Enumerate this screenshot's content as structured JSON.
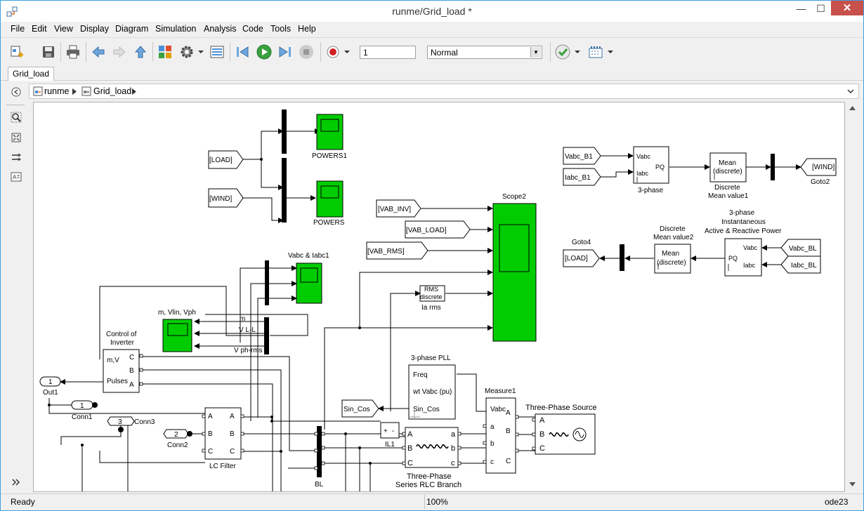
{
  "window": {
    "title": "runme/Grid_load *"
  },
  "menu": [
    "File",
    "Edit",
    "View",
    "Display",
    "Diagram",
    "Simulation",
    "Analysis",
    "Code",
    "Tools",
    "Help"
  ],
  "toolbar": {
    "stop_time": "1",
    "sim_mode": "Normal"
  },
  "tab": "Grid_load",
  "breadcrumb": [
    "runme",
    "Grid_load"
  ],
  "status": {
    "left": "Ready",
    "zoom": "100%",
    "solver": "ode23"
  },
  "diagram": {
    "from_load": "[LOAD]",
    "from_wind": "[WIND]",
    "scope_powers1": "POWERS1",
    "scope_powers": "POWERS",
    "from_vab_inv": "[VAB_INV]",
    "from_vab_load": "[VAB_LOAD]",
    "from_vab_rms": "[VAB_RMS]",
    "scope2": "Scope2",
    "scope_vabc_iabc1": "Vabc & Iabc1",
    "scope_m_vlin_vph": "m, Vlin, Vph",
    "mux_m": "m",
    "mux_vll": "V L-L",
    "mux_vphrms": "V ph-rms",
    "control_title1": "Control of",
    "control_title2": "Inverter",
    "control_port_mv": "m,V",
    "control_port_pulses": "Pulses",
    "port_c": "C",
    "port_b": "B",
    "port_a": "A",
    "rms_line1": "RMS",
    "rms_line2": "discrete",
    "rms_label": "Ia rms",
    "pll_title": "3-phase PLL",
    "pll_freq": "Freq",
    "pll_wt": "wt Vabc (pu)",
    "pll_sincos": "Sin_Cos",
    "goto_sincos": "Sin_Cos",
    "out1_num": "1",
    "out1_label": "Out1",
    "conn1_num": "1",
    "conn1_label": "Conn1",
    "conn3_num": "3",
    "conn3_label": "Conn3",
    "conn2_num": "2",
    "conn2_label": "Conn2",
    "lc_label": "LC Filter",
    "bl_label": "BL",
    "il1_label": "IL1",
    "sum_plus": "+",
    "sum_minus": "-",
    "rlc_label1": "Three-Phase",
    "rlc_label2": "Series RLC Branch",
    "measure_label": "Measure1",
    "measure_vabc": "Vabc",
    "port_la": "a",
    "port_lb": "b",
    "port_lc": "c",
    "source_label": "Three-Phase Source",
    "from_vabc_b1": "Vabc_B1",
    "from_iabc_b1": "Iabc_B1",
    "pq_vabc": "Vabc",
    "pq_iabc": "Iabc",
    "pq_pq": "PQ",
    "pq_label": "3-phase",
    "mean_line1": "Mean",
    "mean_line2": "(discrete)",
    "mean1_label1": "Discrete",
    "mean1_label2": "Mean value1",
    "goto_wind": "[WIND]",
    "goto2_label": "Goto2",
    "pq2_title1": "3-phase",
    "pq2_title2": "Instantaneous",
    "pq2_title3": "Active & Reactive Power",
    "from_vabc_bl": "Vabc_BL",
    "from_iabc_bl": "Iabc_BL",
    "mean2_label1": "Discrete",
    "mean2_label2": "Mean value2",
    "goto4_label": "Goto4",
    "goto_load": "[LOAD]"
  }
}
